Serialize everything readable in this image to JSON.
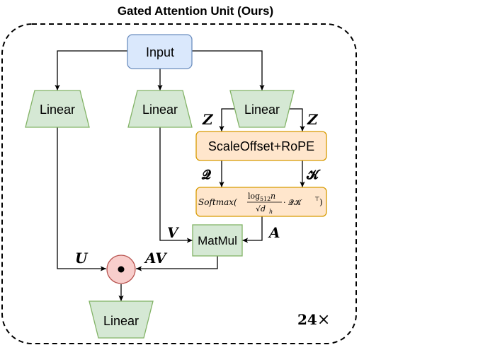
{
  "title": "Gated Attention Unit (Ours)",
  "nodes": {
    "input": "Input",
    "linear_left": "Linear",
    "linear_mid": "Linear",
    "linear_right": "Linear",
    "linear_out": "Linear",
    "scaleoffset": "ScaleOffset+RoPE",
    "matmul": "MatMul"
  },
  "softmax": {
    "fn": "Softmax(",
    "num_log": "log",
    "num_sub": "512",
    "num_n": " n",
    "den": "√d",
    "den_sub": "h",
    "tail": " · 𝓠𝓚",
    "sup": "⊤",
    "close": ")"
  },
  "edge_labels": {
    "z_left": "Z",
    "z_right": "Z",
    "q": "𝓠",
    "k": "𝓚",
    "v": "V",
    "a": "A",
    "u": "U",
    "av": "AV"
  },
  "repeat": {
    "count": "24",
    "times": "×"
  },
  "colors": {
    "input_fill": "#dae8fc",
    "input_stroke": "#6c8ebf",
    "linear_fill": "#d5e8d4",
    "linear_stroke": "#82b366",
    "op_fill": "#ffe6cc",
    "op_stroke": "#d79b00",
    "gate_fill": "#f8cecc",
    "gate_stroke": "#b85450"
  }
}
